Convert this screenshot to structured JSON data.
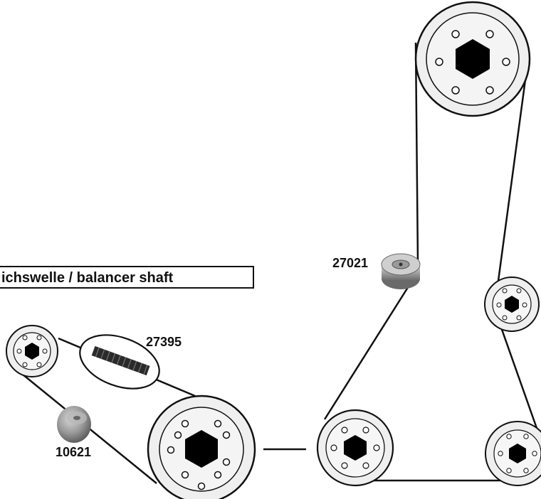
{
  "title_label": "ichswelle / balancer shaft",
  "part_labels": {
    "tensioner_main": "27021",
    "belt_kit": "27395",
    "tensioner_balancer": "10621"
  },
  "colors": {
    "line": "#111111",
    "pulley_fill": "#e9e9e9",
    "roller_fill": "#8a8a8a"
  }
}
